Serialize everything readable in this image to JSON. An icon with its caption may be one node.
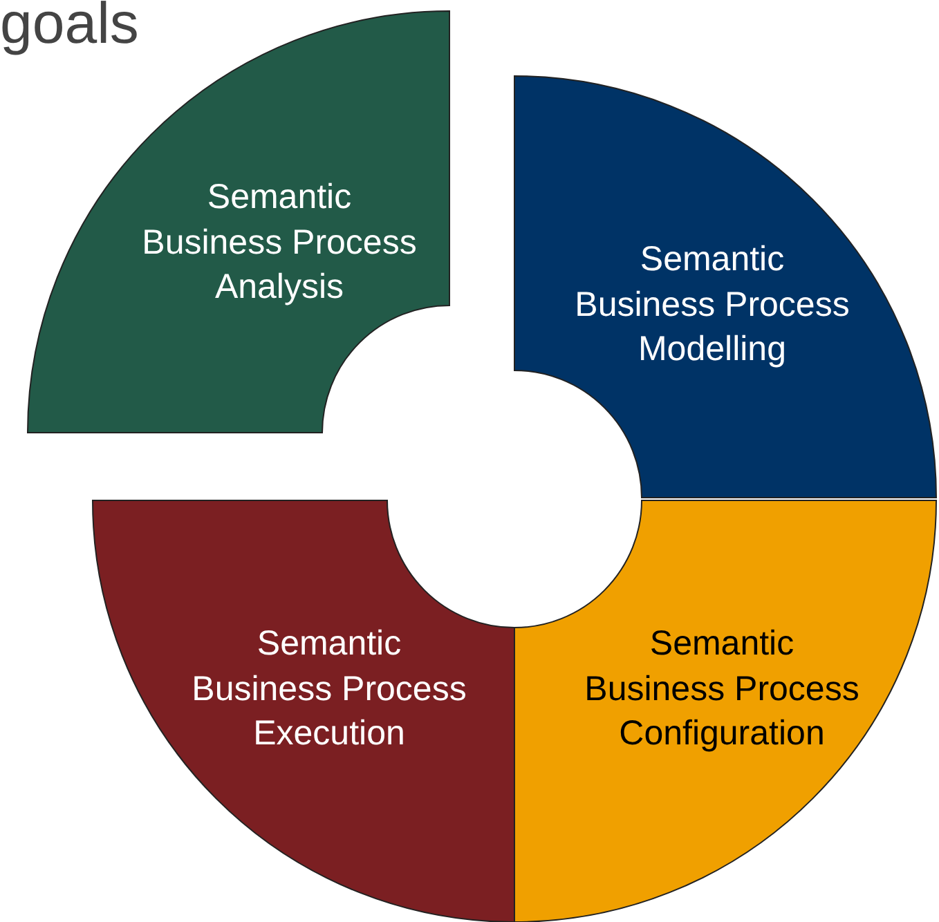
{
  "diagram": {
    "title": "goals",
    "nodes": [
      {
        "text": [
          "Semantic Business Process Analysis"
        ]
      },
      {
        "text": [
          "Semantic Business Process Modelling"
        ]
      },
      {
        "text": [
          "Semantic Business Process Execution"
        ]
      },
      {
        "text": [
          "Semantic Business Process Configuration"
        ]
      }
    ]
  }
}
